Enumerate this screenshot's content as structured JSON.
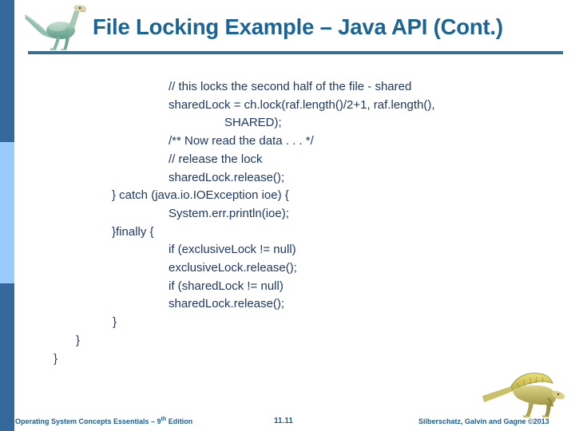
{
  "slide": {
    "title": "File Locking Example – Java API (Cont.)",
    "title_color": "#1B6493",
    "rule_color": "#3E6E8E",
    "background_color": "#FFFFFF"
  },
  "sidebar": {
    "segments": [
      {
        "name": "top",
        "color": "#35699E"
      },
      {
        "name": "middle",
        "color": "#9BCBFA"
      },
      {
        "name": "bottom",
        "color": "#35699E"
      }
    ]
  },
  "logos": {
    "header_logo": "dinosaur-icon",
    "footer_logo": "spinosaurus-icon"
  },
  "code": {
    "text_color": "#1F3864",
    "lines": [
      {
        "indent": 211,
        "text": "// this locks the second half of the file - shared"
      },
      {
        "indent": 211,
        "text": "sharedLock = ch.lock(raf.length()/2+1, raf.length(),"
      },
      {
        "indent": 281,
        "text": "SHARED);"
      },
      {
        "indent": 211,
        "text": "/** Now read the data . . . */"
      },
      {
        "indent": 211,
        "text": "// release the lock"
      },
      {
        "indent": 211,
        "text": "sharedLock.release();"
      },
      {
        "indent": 140,
        "text": "} catch (java.io.IOException ioe) {"
      },
      {
        "indent": 211,
        "text": "System.err.println(ioe);"
      },
      {
        "indent": 140,
        "text": "}finally {"
      },
      {
        "indent": 211,
        "text": "if (exclusiveLock != null)"
      },
      {
        "indent": 211,
        "text": "exclusiveLock.release();"
      },
      {
        "indent": 211,
        "text": "if (sharedLock != null)"
      },
      {
        "indent": 211,
        "text": "sharedLock.release();"
      },
      {
        "indent": 141,
        "text": "}"
      },
      {
        "indent": 95,
        "text": "}"
      },
      {
        "indent": 67,
        "text": "}"
      }
    ]
  },
  "footer": {
    "left_text_before": "Operating System Concepts Essentials – 9",
    "left_superscript": "th",
    "left_text_after": " Edition",
    "page_number": "11.11",
    "right_text": "Silberschatz, Galvin and Gagne ©2013",
    "text_color": "#205E8C"
  }
}
